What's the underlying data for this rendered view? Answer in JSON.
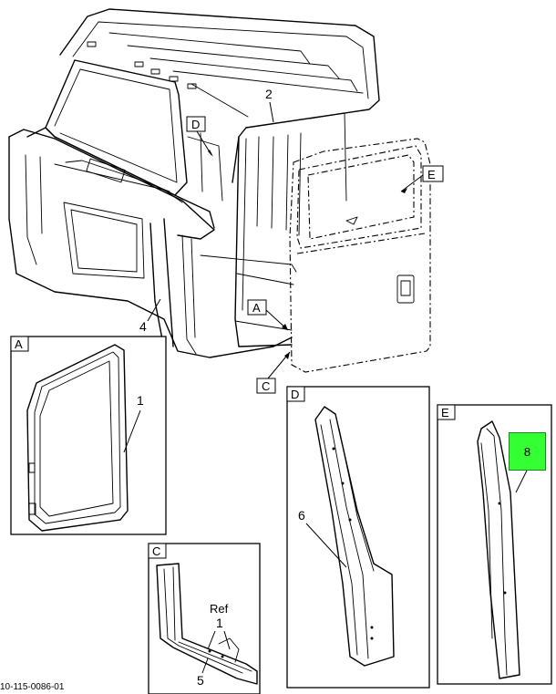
{
  "callouts": {
    "item_2": "2",
    "item_4": "4",
    "item_1_a": "1",
    "item_6": "6",
    "item_5": "5",
    "item_1_c": "1",
    "ref": "Ref",
    "item_8": "8"
  },
  "view_tags": {
    "d_main": "D",
    "e_main": "E",
    "a_main": "A",
    "c_main": "C"
  },
  "panels": {
    "a": "A",
    "c": "C",
    "d": "D",
    "e": "E"
  },
  "footer": "10-115-0086-01",
  "highlight_color": "#33ff33"
}
